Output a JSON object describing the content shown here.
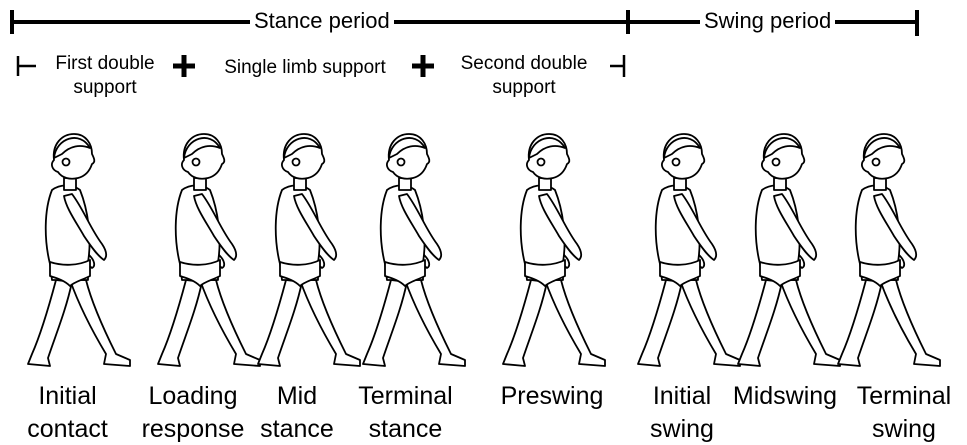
{
  "periods": {
    "stance": "Stance period",
    "swing": "Swing period"
  },
  "sub_phases": {
    "first_double": "First double\nsupport",
    "single_limb": "Single limb support",
    "second_double": "Second double\nsupport"
  },
  "phases": [
    {
      "label": "Initial\ncontact"
    },
    {
      "label": "Loading\nresponse"
    },
    {
      "label": "Mid\nstance"
    },
    {
      "label": "Terminal\nstance"
    },
    {
      "label": "Preswing"
    },
    {
      "label": "Initial\nswing"
    },
    {
      "label": "Midswing"
    },
    {
      "label": "Terminal\nswing"
    }
  ]
}
